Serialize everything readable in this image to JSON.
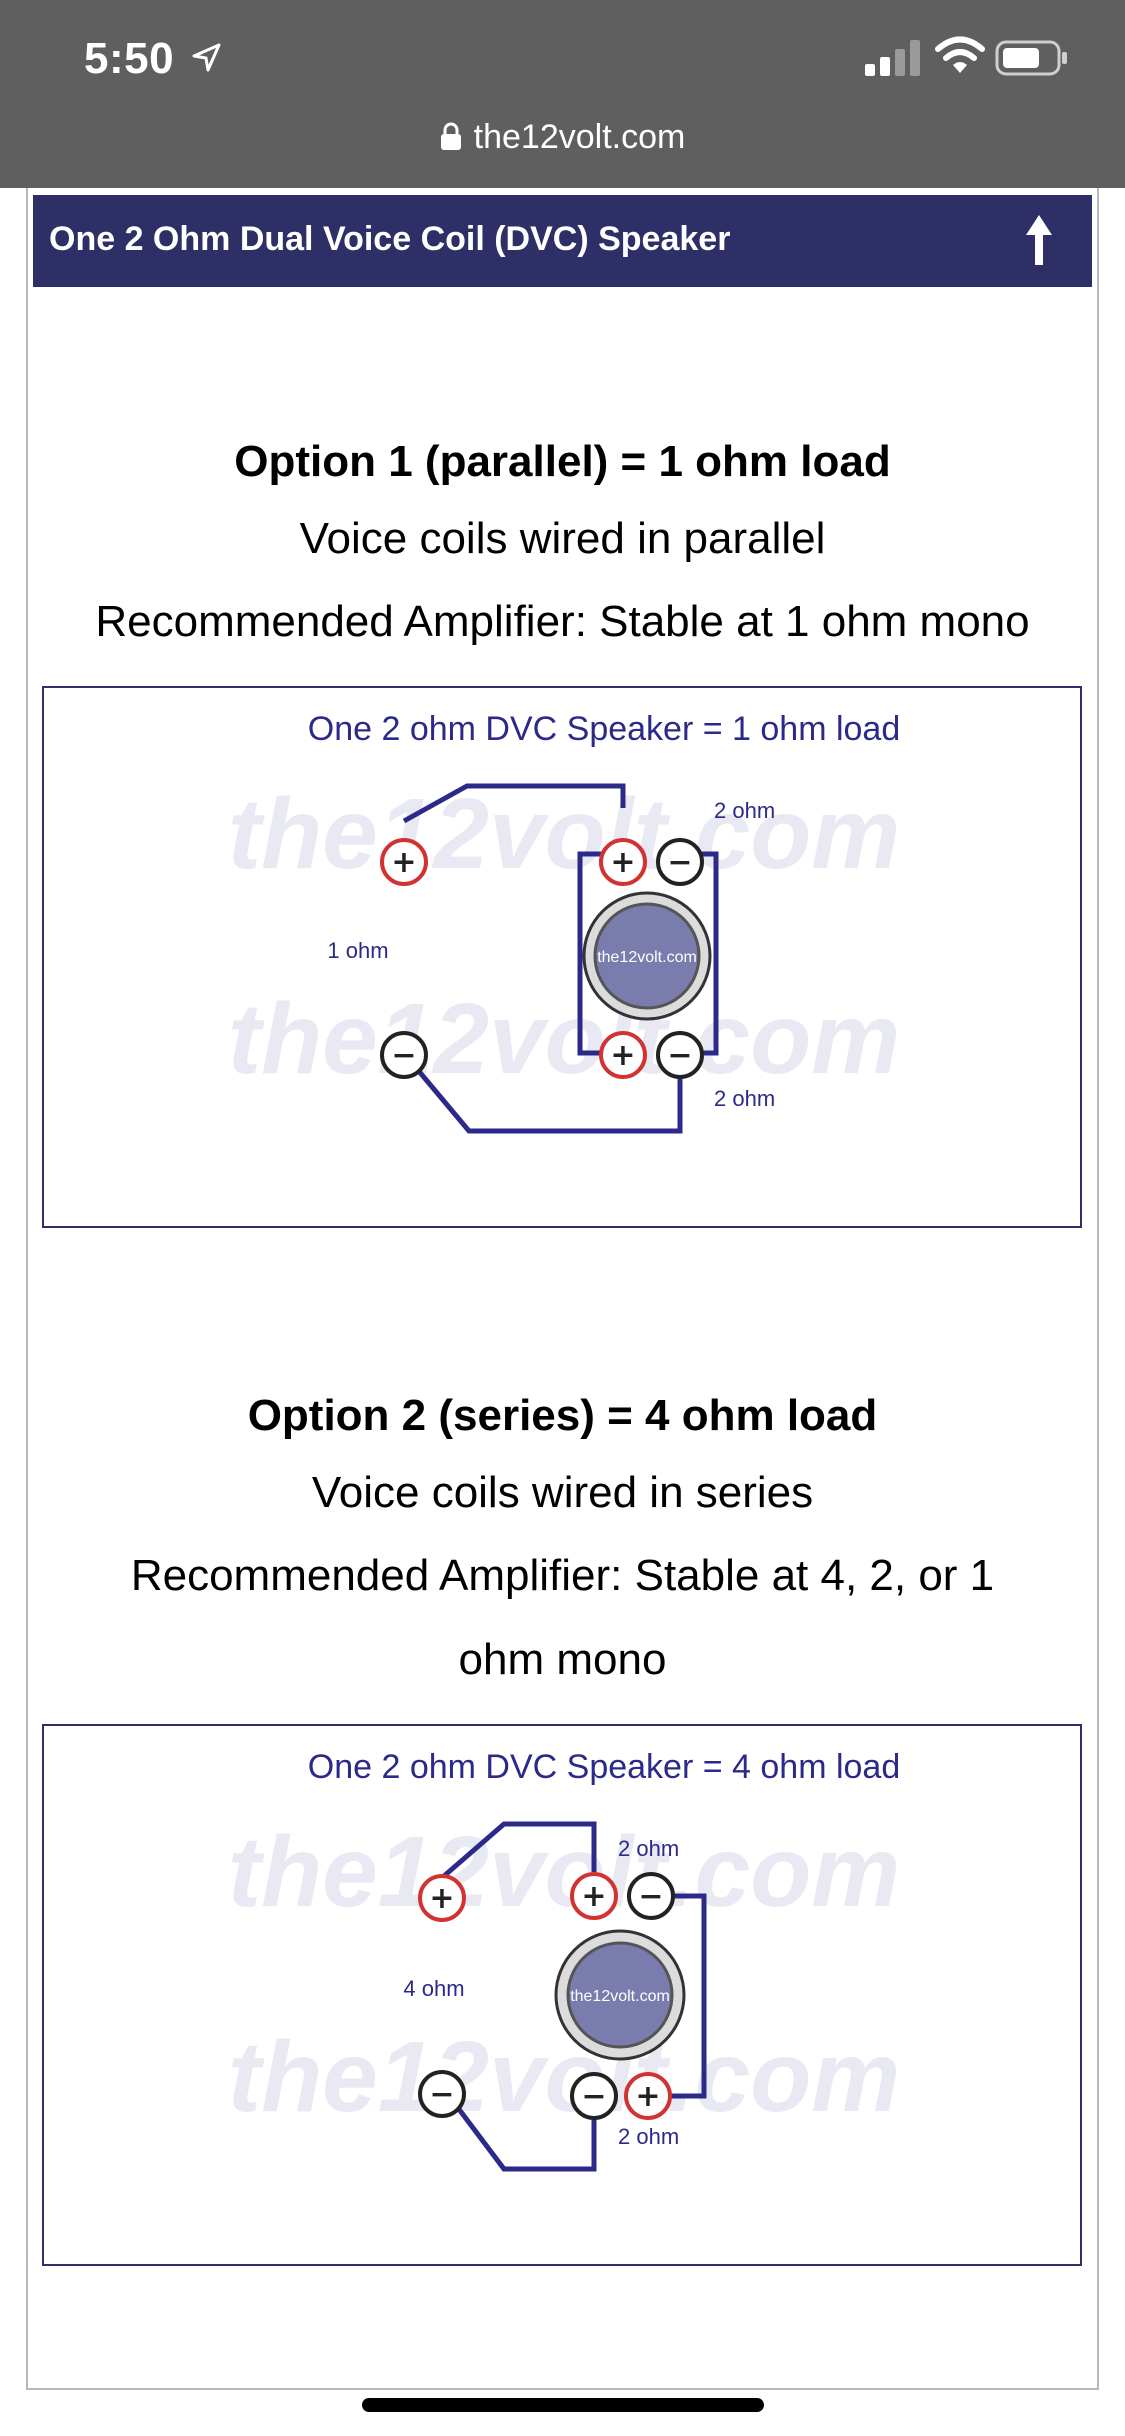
{
  "status_bar": {
    "time": "5:50"
  },
  "address_bar": {
    "url": "the12volt.com"
  },
  "header": {
    "title": "One 2 Ohm Dual Voice Coil (DVC) Speaker"
  },
  "option1": {
    "title": "Option 1 (parallel) = 1 ohm load",
    "wiring": "Voice coils wired in parallel",
    "amp": "Recommended Amplifier: Stable at 1 ohm mono",
    "diagram": {
      "title": "One 2 ohm DVC Speaker = 1 ohm load",
      "watermark": "the12volt.com",
      "speaker_label": "the12volt.com",
      "coil_top_label": "2 ohm",
      "coil_bottom_label": "2 ohm",
      "load_label": "1 ohm",
      "plus": "+",
      "minus": "−"
    }
  },
  "option2": {
    "title": "Option 2 (series) = 4 ohm load",
    "wiring": "Voice coils wired in series",
    "amp_line1": "Recommended Amplifier: Stable at 4, 2, or 1",
    "amp_line2": "ohm mono",
    "diagram": {
      "title": "One 2 ohm DVC Speaker = 4 ohm load",
      "watermark": "the12volt.com",
      "speaker_label": "the12volt.com",
      "coil_top_label": "2 ohm",
      "coil_bottom_label": "2 ohm",
      "load_label": "4 ohm",
      "plus": "+",
      "minus": "−"
    }
  },
  "colors": {
    "header_bg": "#2e2f66",
    "wire": "#2b2a8a",
    "terminal_positive": "#d23232",
    "terminal_negative": "#222222",
    "status_bg": "#5f5f5f"
  }
}
